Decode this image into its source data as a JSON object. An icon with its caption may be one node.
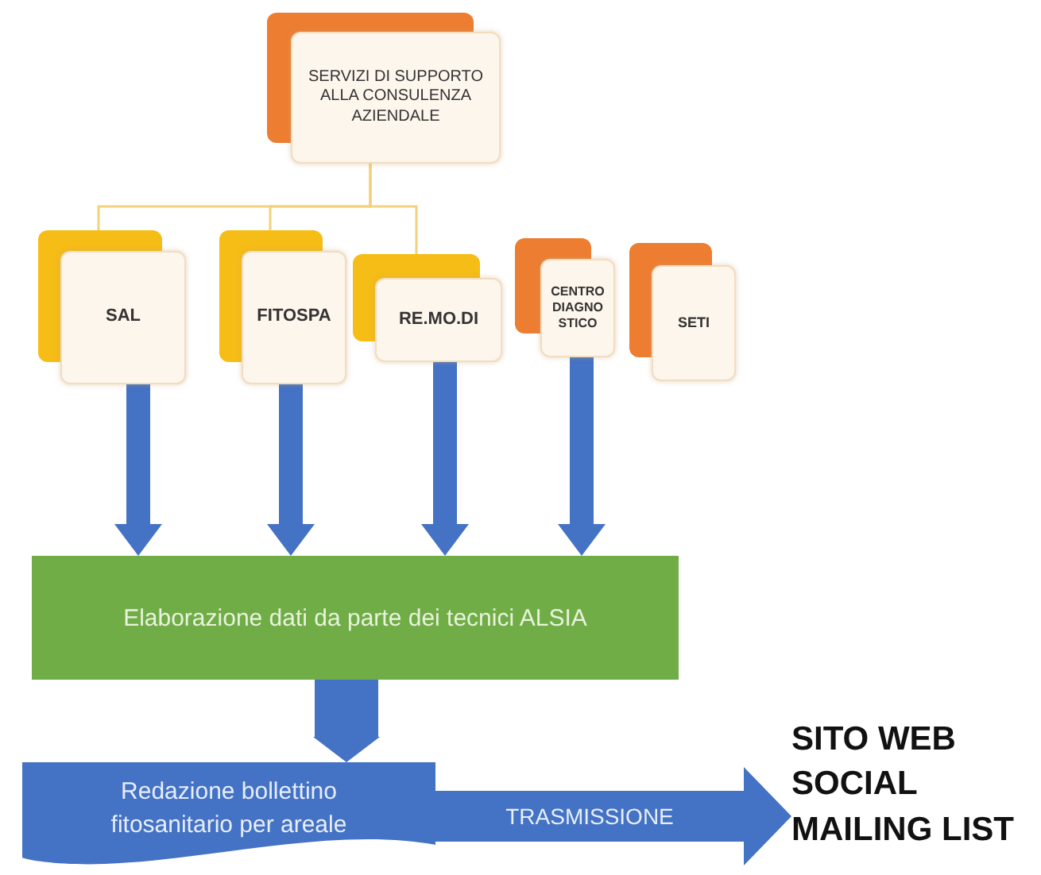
{
  "diagram": {
    "nodes": [
      {
        "text": [
          "SERVIZI DI SUPPORTO ALLA CONSULENZA AZIENDALE"
        ]
      },
      {
        "text": [
          "SAL"
        ]
      },
      {
        "text": [
          "FITOSPA"
        ]
      },
      {
        "text": [
          "RE.MO.DI"
        ]
      },
      {
        "text": [
          "CENTRO DIAGNO STICO"
        ]
      },
      {
        "text": [
          "SETI"
        ]
      },
      {
        "text": [
          "Elaborazione dati da parte dei tecnici ALSIA"
        ]
      },
      {
        "text": [
          "Redazione bollettino fitosanitario per areale"
        ]
      },
      {
        "text": [
          "SITO WEB SOCIAL MAILING LIST"
        ]
      }
    ],
    "edges": [
      {
        "from": 0,
        "to": 1,
        "arrow": "none",
        "color": "#f2d27a"
      },
      {
        "from": 0,
        "to": 2,
        "arrow": "none",
        "color": "#f2d27a"
      },
      {
        "from": 0,
        "to": 3,
        "arrow": "none",
        "color": "#f2d27a"
      },
      {
        "from": 1,
        "to": 6,
        "arrow": "to"
      },
      {
        "from": 2,
        "to": 6,
        "arrow": "to"
      },
      {
        "from": 3,
        "to": 6,
        "arrow": "to"
      },
      {
        "from": 4,
        "to": 6,
        "arrow": "to"
      },
      {
        "from": 6,
        "to": 7,
        "arrow": "to",
        "style": "thick"
      },
      {
        "from": 7,
        "to": 8,
        "arrow": "to",
        "style": "thick",
        "label": "TRASMISSIONE"
      }
    ]
  }
}
